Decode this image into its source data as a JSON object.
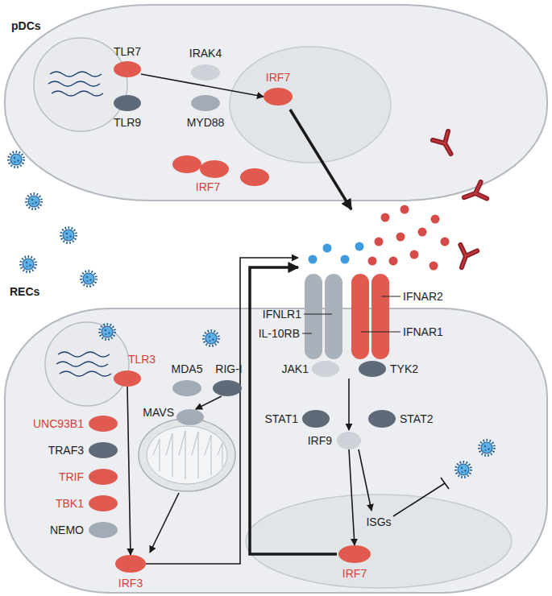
{
  "diagram": {
    "nodes": [
      {
        "text": [
          "pDCs"
        ]
      },
      {
        "text": [
          "TLR7"
        ],
        "in": 0
      },
      {
        "text": [
          "IRAK4"
        ],
        "in": 0
      },
      {
        "text": [
          "TLR9"
        ],
        "in": 0
      },
      {
        "text": [
          "MYD88"
        ],
        "in": 0
      },
      {
        "text": [
          "IRF7"
        ],
        "in": 0
      },
      {
        "text": [
          "IRF7"
        ],
        "in": 0
      },
      {
        "text": [
          "RECs"
        ]
      },
      {
        "text": [
          "TLR3"
        ],
        "in": 7
      },
      {
        "text": [
          "MDA5"
        ],
        "in": 7
      },
      {
        "text": [
          "RIG-I"
        ],
        "in": 7
      },
      {
        "text": [
          "UNC93B1"
        ],
        "in": 7
      },
      {
        "text": [
          "MAVS"
        ],
        "in": 7
      },
      {
        "text": [
          "TRAF3"
        ],
        "in": 7
      },
      {
        "text": [
          "TRIF"
        ],
        "in": 7
      },
      {
        "text": [
          "TBK1"
        ],
        "in": 7
      },
      {
        "text": [
          "NEMO"
        ],
        "in": 7
      },
      {
        "text": [
          "IRF3"
        ],
        "in": 7
      },
      {
        "text": [
          "IFNLR1"
        ],
        "in": 7
      },
      {
        "text": [
          "IL-10RB"
        ],
        "in": 7
      },
      {
        "text": [
          "IFNAR2"
        ],
        "in": 7
      },
      {
        "text": [
          "IFNAR1"
        ],
        "in": 7
      },
      {
        "text": [
          "JAK1"
        ],
        "in": 7
      },
      {
        "text": [
          "TYK2"
        ],
        "in": 7
      },
      {
        "text": [
          "STAT1"
        ],
        "in": 7
      },
      {
        "text": [
          "STAT2"
        ],
        "in": 7
      },
      {
        "text": [
          "IRF9"
        ],
        "in": 7
      },
      {
        "text": [
          "IRF7"
        ],
        "in": 7
      }
    ],
    "edges": [
      {
        "from": 1,
        "to": 5,
        "arrow": "to"
      },
      {
        "from": 8,
        "to": 17,
        "arrow": "to"
      },
      {
        "from": 10,
        "to": 12,
        "arrow": "to"
      },
      {
        "from": 26,
        "to": 27,
        "arrow": "to"
      }
    ],
    "labels": [
      "ISGs"
    ]
  }
}
